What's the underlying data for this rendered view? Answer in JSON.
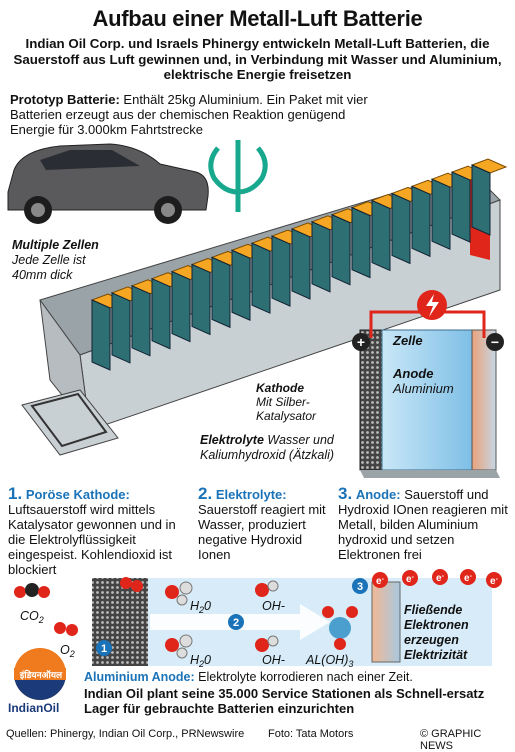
{
  "title": "Aufbau einer Metall-Luft Batterie",
  "subtitle": "Indian Oil Corp. und Israels Phinergy entwickeln Metall-Luft Batterien, die Sauerstoff aus Luft gewinnen und, in Verbindung mit Wasser und Aluminium, elektrische Energie freisetzen",
  "prototype": {
    "heading": "Prototyp Batterie:",
    "text": "Enthält 25kg Aluminium. Ein Paket mit vier Batterien erzeugt aus der chemischen Reaktion genügend Energie für 3.000km Fahrtstrecke"
  },
  "cells": {
    "heading": "Multiple Zellen",
    "text": "Jede Zelle ist 40mm dick"
  },
  "labels": {
    "zelle": "Zelle",
    "anode_heading": "Anode",
    "anode_text": "Aluminium",
    "kathode_heading": "Kathode",
    "kathode_text": "Mit Silber-Katalysator",
    "elektrolyte_heading": "Elektrolyte",
    "elektrolyte_text": "Wasser und Kaliumhydroxid (Ätzkali)",
    "plus": "+",
    "minus": "−"
  },
  "steps": [
    {
      "num": "1.",
      "heading": "Poröse Kathode:",
      "text": "Luftsauerstoff wird mittels Katalysator gewonnen und in die Elektrolyflüssigkeit eingespeist. Kohlendioxid ist blockiert"
    },
    {
      "num": "2.",
      "heading": "Elektrolyte:",
      "text": "Sauerstoff reagiert mit Wasser, produziert negative Hydroxid Ionen"
    },
    {
      "num": "3.",
      "heading": "Anode:",
      "text": "Sauerstoff und Hydroxid IOnen reagieren mit Metall, bilden Aluminium hydroxid und setzen Elektronen frei"
    }
  ],
  "chem": {
    "co2": "CO",
    "co2_sub": "2",
    "o2": "O",
    "o2_sub": "2",
    "h2o_a": "H",
    "h2o_a_sub": "2",
    "h2o_a_tail": "0",
    "h2o_b": "H",
    "h2o_b_sub": "2",
    "h2o_b_tail": "0",
    "oh_a": "OH-",
    "oh_b": "OH-",
    "aloh": "AL(OH)",
    "aloh_sub": "3",
    "electron": "e",
    "electron_sup": "-",
    "step1": "1",
    "step2": "2",
    "step3": "3"
  },
  "flow_text": "Fließende Elektronen erzeugen Elektrizität",
  "aluminium_anode": {
    "heading": "Aluminium Anode:",
    "text": "Elektrolyte korrodieren nach einer Zeit."
  },
  "plan_text": "Indian Oil plant seine 35.000 Service Stationen als Schnell-ersatz Lager für gebrauchte Batterien einzurichten",
  "logo": {
    "indianoil_devanagari": "इंडियनऑयल",
    "indianoil": "IndianOil"
  },
  "footer": {
    "sources": "Quellen: Phinergy, Indian Oil Corp., PRNewswire",
    "photo": "Foto: Tata Motors",
    "credit": "© GRAPHIC NEWS"
  },
  "colors": {
    "accent_blue": "#1a73b8",
    "cell_orange": "#f5a623",
    "cell_teal": "#2e6f73",
    "red": "#e0251b",
    "electrolyte_blue": "#a9d6ef"
  }
}
